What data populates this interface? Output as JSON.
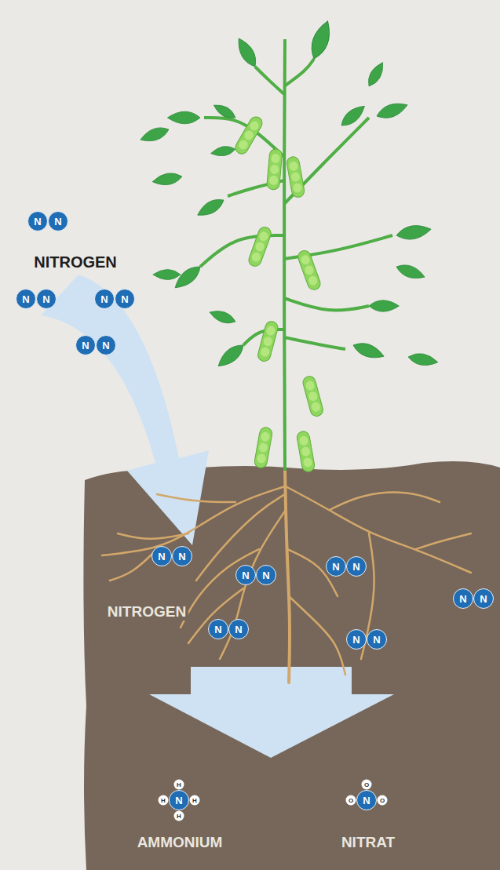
{
  "diagram": {
    "labels": [
      "N",
      "N",
      "NITROGEN",
      "N",
      "N",
      "N",
      "N",
      "N",
      "N",
      "N",
      "N",
      "N",
      "N",
      "N",
      "N",
      "N",
      "N",
      "NITROGEN",
      "N",
      "N",
      "N",
      "N",
      "H",
      "H",
      "N",
      "H",
      "H",
      "AMMONIUM",
      "O",
      "O",
      "N",
      "O",
      "NITRAT"
    ]
  }
}
